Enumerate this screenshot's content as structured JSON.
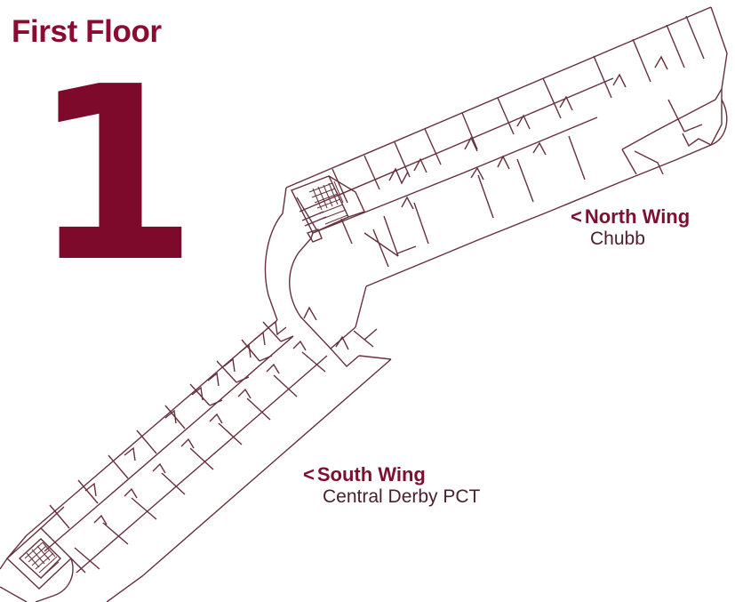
{
  "title_block": {
    "title": "First Floor",
    "floor_number": "1"
  },
  "colors": {
    "title_maroon": "#8C0B32",
    "numeral_maroon": "#7D0A2B",
    "label_maroon": "#7D1030",
    "sublabel_plum": "#4A2030",
    "plan_line": "#66303C",
    "background": "#FFFFFF"
  },
  "wing_labels": [
    {
      "id": "north",
      "chevron": "<",
      "name": "North Wing",
      "occupant": "Chubb"
    },
    {
      "id": "south",
      "chevron": "<",
      "name": "South Wing",
      "occupant": "Central Derby PCT"
    }
  ],
  "plan": {
    "description": "Architectural floor plan line drawing of a V-shaped building with two diagonal wings meeting at a curved central junction",
    "line_color": "#66303C",
    "line_width": 1.4,
    "features": [
      "north-wing-corridor",
      "south-wing-corridor",
      "central-curved-junction",
      "stairwell-junction",
      "stairwell-south-end",
      "door-swing-notches"
    ]
  }
}
